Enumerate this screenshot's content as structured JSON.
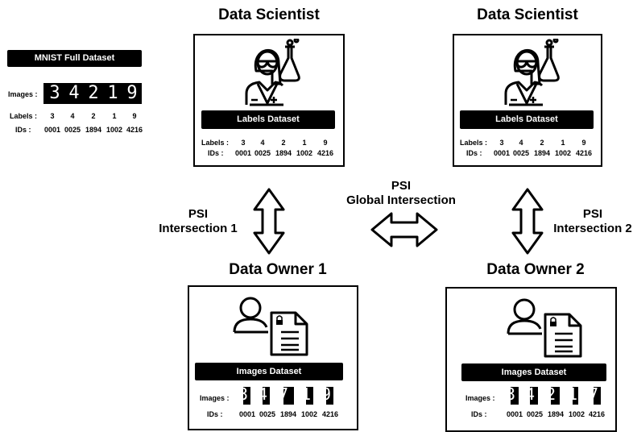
{
  "mnist": {
    "title": "MNIST Full Dataset",
    "images_label": "Images :",
    "labels_label": "Labels :",
    "ids_label": "IDs :",
    "digits": [
      "3",
      "4",
      "2",
      "1",
      "9"
    ],
    "labels": [
      "3",
      "4",
      "2",
      "1",
      "9"
    ],
    "ids": [
      "0001",
      "0025",
      "1894",
      "1002",
      "4216"
    ]
  },
  "scientist_left": {
    "title": "Data Scientist",
    "dataset": "Labels Dataset",
    "labels_label": "Labels :",
    "ids_label": "IDs :",
    "labels": [
      "3",
      "4",
      "2",
      "1",
      "9"
    ],
    "ids": [
      "0001",
      "0025",
      "1894",
      "1002",
      "4216"
    ]
  },
  "scientist_right": {
    "title": "Data Scientist",
    "dataset": "Labels Dataset",
    "labels_label": "Labels :",
    "ids_label": "IDs :",
    "labels": [
      "3",
      "4",
      "2",
      "1",
      "9"
    ],
    "ids": [
      "0001",
      "0025",
      "1894",
      "1002",
      "4216"
    ]
  },
  "owner1": {
    "title": "Data Owner 1",
    "dataset": "Images Dataset",
    "images_label": "Images :",
    "ids_label": "IDs :",
    "digits": [
      "3",
      "4",
      "7",
      "1",
      "9"
    ],
    "ids": [
      "0001",
      "0025",
      "1894",
      "1002",
      "4216"
    ]
  },
  "owner2": {
    "title": "Data Owner 2",
    "dataset": "Images Dataset",
    "images_label": "Images :",
    "ids_label": "IDs :",
    "digits": [
      "3",
      "4",
      "2",
      "1",
      "7"
    ],
    "ids": [
      "0001",
      "0025",
      "1894",
      "1002",
      "4216"
    ]
  },
  "psi_left": {
    "line1": "PSI",
    "line2": "Intersection 1"
  },
  "psi_right": {
    "line1": "PSI",
    "line2": "Intersection 2"
  },
  "psi_global": {
    "line1": "PSI",
    "line2": "Global Intersection"
  }
}
